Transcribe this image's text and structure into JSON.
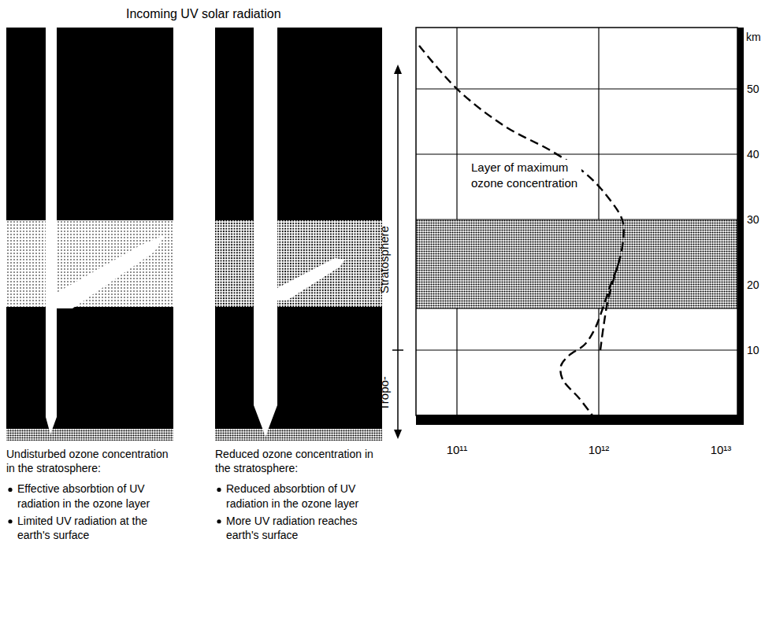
{
  "diagram": {
    "title": "Incoming UV solar radiation",
    "labels": [
      "Undisturbed ozone concentration in the stratosphere:",
      "Effective absorbtion of UV radiation in the ozone layer",
      "Limited UV radiation at the earth's surface",
      "Reduced ozone concentration in the stratosphere:",
      "Reduced absorbtion of UV radiation in the ozone layer",
      "More UV radiation reaches earth's surface",
      "Layer of maximum ozone concentration",
      "Stratosphere",
      "Tropo-",
      "km",
      "50",
      "40",
      "30",
      "20",
      "10",
      "10¹¹",
      "10¹²",
      "10¹³"
    ]
  }
}
